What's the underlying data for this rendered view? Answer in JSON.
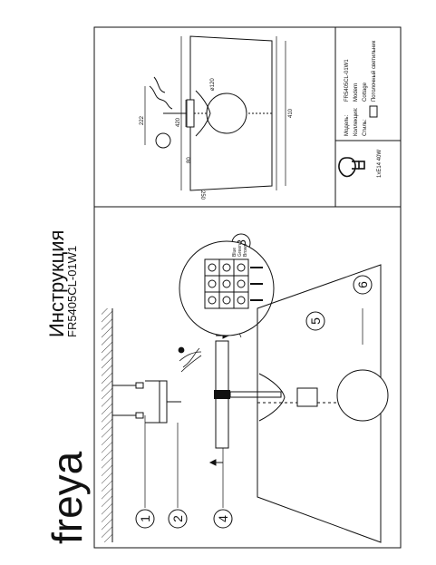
{
  "brand": "freya",
  "title": "Инструкция",
  "model_code": "FR5405CL-01W1",
  "callouts": [
    "1",
    "2",
    "3",
    "4",
    "5",
    "6"
  ],
  "wiring_labels": [
    "Blue",
    "Green",
    "Brown"
  ],
  "spec": {
    "model_label": "Модель:",
    "model_value": "FR5405CL-01W1",
    "collection_label": "Коллекция:",
    "collection_value": "Modern",
    "style_label": "Стиль:",
    "style_value": "Cottage",
    "type_value": "Потолочный светильник"
  },
  "bulb_text": "1xE14 40W",
  "dimensions": {
    "width_top": "420",
    "width_bottom": "250",
    "length": "410",
    "height": "222",
    "globe": "ø120",
    "canopy": "80"
  }
}
